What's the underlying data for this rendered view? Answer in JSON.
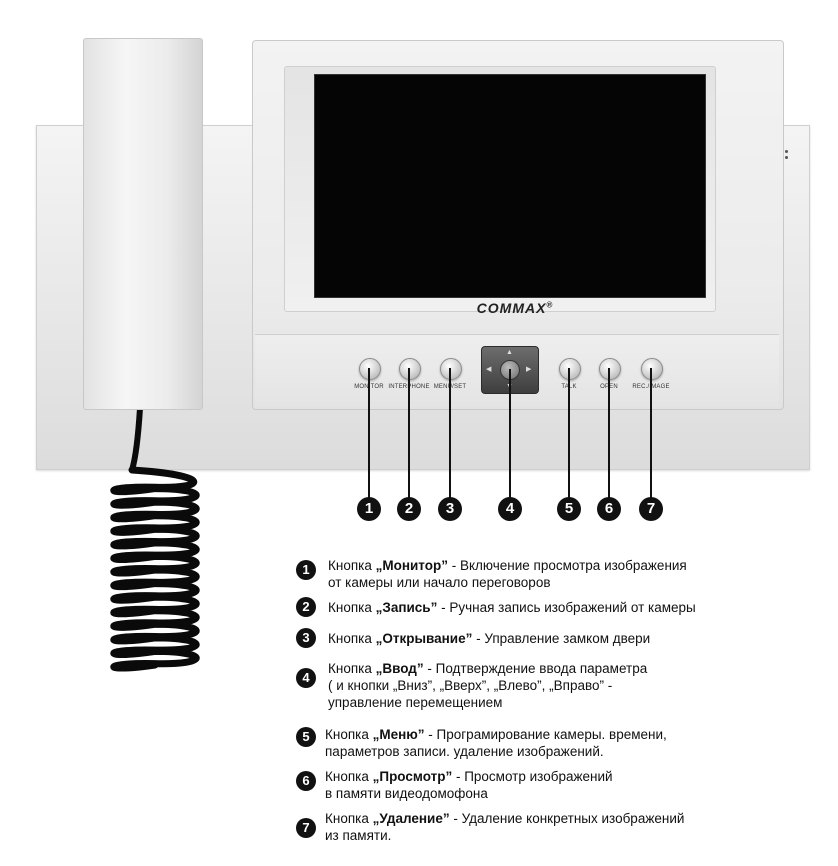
{
  "device": {
    "brand": "COMMAX",
    "brand_mark": "®",
    "buttons": [
      {
        "id": 1,
        "label": "MONITOR"
      },
      {
        "id": 2,
        "label": "INTERPHONE"
      },
      {
        "id": 3,
        "label": "MENU/SET"
      },
      {
        "id": 4,
        "label": ""
      },
      {
        "id": 5,
        "label": "TALK"
      },
      {
        "id": 6,
        "label": "OPEN"
      },
      {
        "id": 7,
        "label": "REC./IMAGE"
      }
    ]
  },
  "legend": [
    {
      "num": "1",
      "prefix": "Кнопка ",
      "name": "„Монитор”",
      "desc": " - Включение просмотра изображения",
      "line2": "от камеры или начало переговоров",
      "line3": ""
    },
    {
      "num": "2",
      "prefix": "Кнопка ",
      "name": "„Запись”",
      "desc": " - Ручная запись изображений от камеры",
      "line2": "",
      "line3": ""
    },
    {
      "num": "3",
      "prefix": "Кнопка ",
      "name": "„Открывание”",
      "desc": " - Управление замком двери",
      "line2": "",
      "line3": ""
    },
    {
      "num": "4",
      "prefix": "Кнопка ",
      "name": "„Ввод”",
      "desc": " - Подтверждение ввода параметра",
      "line2": "( и кнопки „Вниз”, „Вверх”, „Влево”, „Вправо” -",
      "line3": "управление перемещением"
    },
    {
      "num": "5",
      "prefix": "Кнопка ",
      "name": "„Меню”",
      "desc": " - Програмирование камеры. времени,",
      "line2": "параметров записи. удаление изображений.",
      "line3": ""
    },
    {
      "num": "6",
      "prefix": "Кнопка ",
      "name": "„Просмотр”",
      "desc": " - Просмотр изображений",
      "line2": "в памяти видеодомофона",
      "line3": ""
    },
    {
      "num": "7",
      "prefix": "Кнопка ",
      "name": "„Удаление”",
      "desc": " - Удаление конкретных изображений",
      "line2": "из памяти.",
      "line3": ""
    }
  ],
  "colors": {
    "screen": "#050505",
    "marker": "#111111",
    "body": "#ececec"
  }
}
